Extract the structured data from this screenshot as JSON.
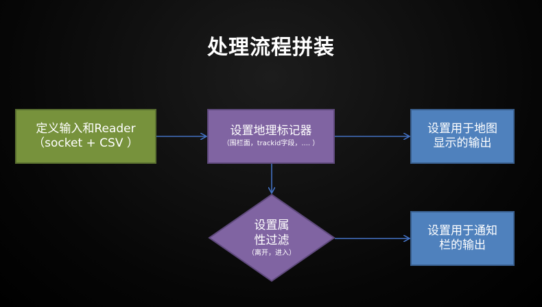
{
  "title": "处理流程拼装",
  "nodes": {
    "input": {
      "line1": "定义输入和Reader",
      "line2": "（socket + CSV ）"
    },
    "marker": {
      "line1": "设置地理标记器",
      "sub": "（围栏面，trackid字段，.... ）"
    },
    "filter": {
      "line1": "设置属",
      "line2": "性过滤",
      "sub": "（离开，进入）"
    },
    "map_output": {
      "line1": "设置用于地图",
      "line2": "显示的输出"
    },
    "notify_output": {
      "line1": "设置用于通知",
      "line2": "栏的输出"
    }
  },
  "colors": {
    "green": "#77923c",
    "purple": "#8064a2",
    "blue": "#4f81bd",
    "arrow": "#4472c4",
    "background": "#000000"
  }
}
